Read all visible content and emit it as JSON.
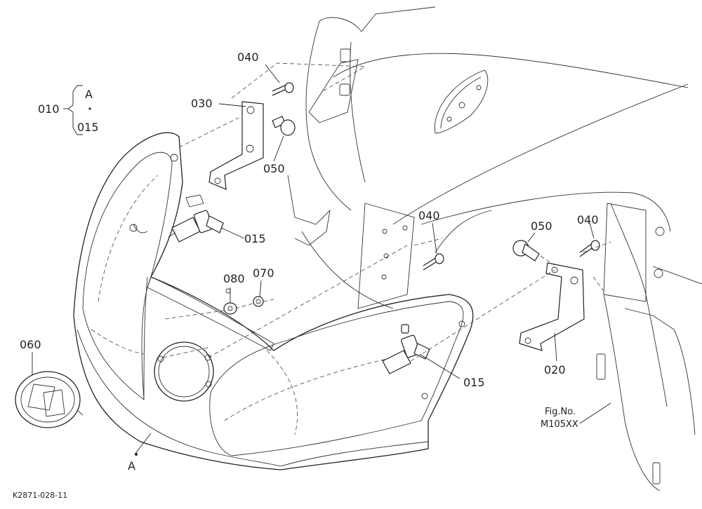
{
  "diagram": {
    "callouts": {
      "c010": "010",
      "c010_a": "A",
      "c010_015": "015",
      "c030": "030",
      "c040_top": "040",
      "c050_top": "050",
      "c015_left": "015",
      "c080": "080",
      "c070": "070",
      "c060": "060",
      "c040_mid": "040",
      "c050_right": "050",
      "c040_right": "040",
      "c020": "020",
      "c015_right": "015",
      "cA": "A"
    },
    "fig_ref": {
      "line1": "Fig.No.",
      "line2": "M105XX"
    },
    "drawing_code": "K2871-028-11"
  }
}
